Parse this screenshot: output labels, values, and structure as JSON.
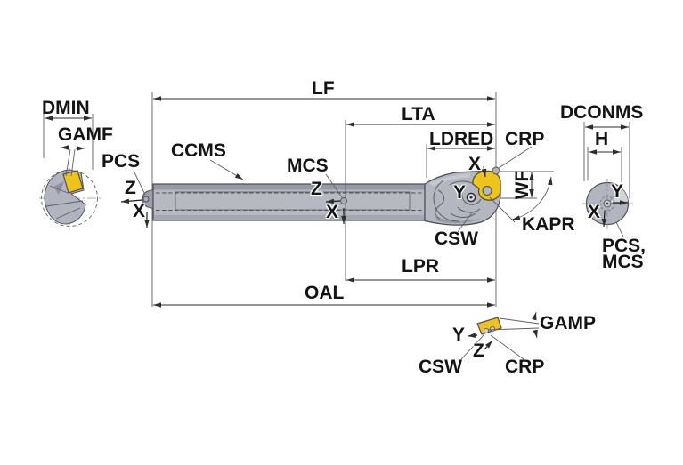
{
  "diagram": {
    "type": "boring-bar-tool-dimension-drawing",
    "dimension_labels": {
      "lf": "LF",
      "lta": "LTA",
      "ldred": "LDRED",
      "lpr": "LPR",
      "oal": "OAL",
      "dmin": "DMIN",
      "dconms": "DCONMS",
      "h": "H",
      "wf": "WF"
    },
    "angle_labels": {
      "gamf": "GAMF",
      "kapr": "KAPR",
      "gamp": "GAMP"
    },
    "feature_labels": {
      "crp": "CRP",
      "csw": "CSW",
      "ccms": "CCMS",
      "pcs": "PCS",
      "mcs": "MCS",
      "pcs_mcs_line1": "PCS,",
      "pcs_mcs_line2": "MCS"
    },
    "axis_labels": {
      "x": "X",
      "y": "Y",
      "z": "Z"
    }
  },
  "colors": {
    "insert_yellow": "#eec31a",
    "body_gray": "#b6b8c2",
    "body_gray_dark": "#979aa6",
    "outline": "#4b4c55",
    "dimension_line": "#2e2e2e",
    "background": "#ffffff"
  }
}
